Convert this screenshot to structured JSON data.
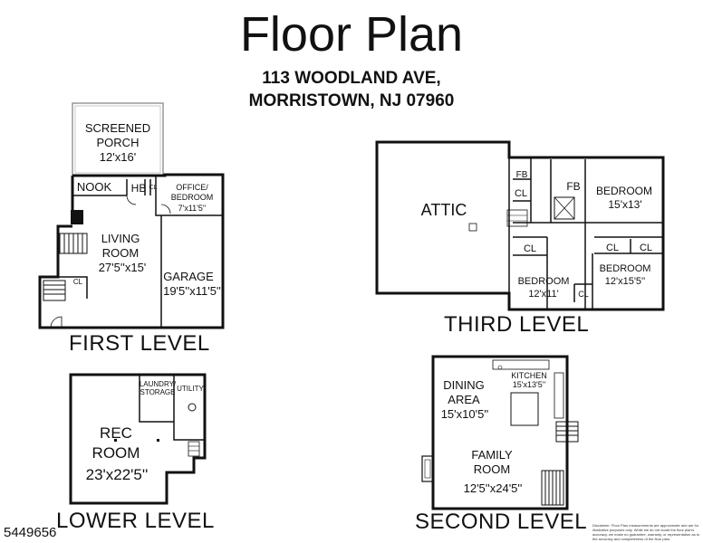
{
  "header": {
    "title": "Floor Plan",
    "address_line1": "113 WOODLAND AVE,",
    "address_line2": "MORRISTOWN, NJ 07960"
  },
  "first_level": {
    "label": "FIRST LEVEL",
    "rooms": {
      "porch_name_1": "SCREENED",
      "porch_name_2": "PORCH",
      "porch_size": "12'x16'",
      "nook": "NOOK",
      "hb": "HB",
      "cl_small": "CL",
      "office_name_1": "OFFICE/",
      "office_name_2": "BEDROOM",
      "office_size": "7'x11'5''",
      "living_name_1": "LIVING",
      "living_name_2": "ROOM",
      "living_size": "27'5''x15'",
      "cl_stair": "CL",
      "garage_name": "GARAGE",
      "garage_size": "19'5''x11'5''"
    }
  },
  "third_level": {
    "label": "THIRD LEVEL",
    "rooms": {
      "attic": "ATTIC",
      "fb1": "FB",
      "cl1": "CL",
      "fb2": "FB",
      "bed1_name": "BEDROOM",
      "bed1_size": "15'x13'",
      "cl2": "CL",
      "cl3": "CL",
      "cl4": "CL",
      "bed2_name": "BEDROOM",
      "bed2_size": "12'x11'",
      "bed3_name": "BEDROOM",
      "bed3_size": "12'x15'5''",
      "cl5": "CL"
    }
  },
  "lower_level": {
    "label": "LOWER LEVEL",
    "rooms": {
      "laundry_1": "LAUNDRY/",
      "laundry_2": "STORAGE",
      "utility": "UTILITY",
      "rec_name_1": "REC",
      "rec_name_2": "ROOM",
      "rec_size": "23'x22'5''"
    }
  },
  "second_level": {
    "label": "SECOND LEVEL",
    "rooms": {
      "kitchen_name": "KITCHEN",
      "kitchen_size": "15'x13'5''",
      "dining_name_1": "DINING",
      "dining_name_2": "AREA",
      "dining_size": "15'x10'5''",
      "family_name_1": "FAMILY",
      "family_name_2": "ROOM",
      "family_size": "12'5''x24'5''"
    }
  },
  "footer": {
    "listing_number": "5449656",
    "disclaimer": "Disclaimer: Floor Plan measurements are approximate and are for illustrative purposes only. While we do not doubt the floor plan's accuracy, we make no guarantee, warranty, or representation as to the accuracy and completeness of the floor plan."
  },
  "colors": {
    "wall": "#111111",
    "fixture": "#888888",
    "background": "#ffffff"
  }
}
